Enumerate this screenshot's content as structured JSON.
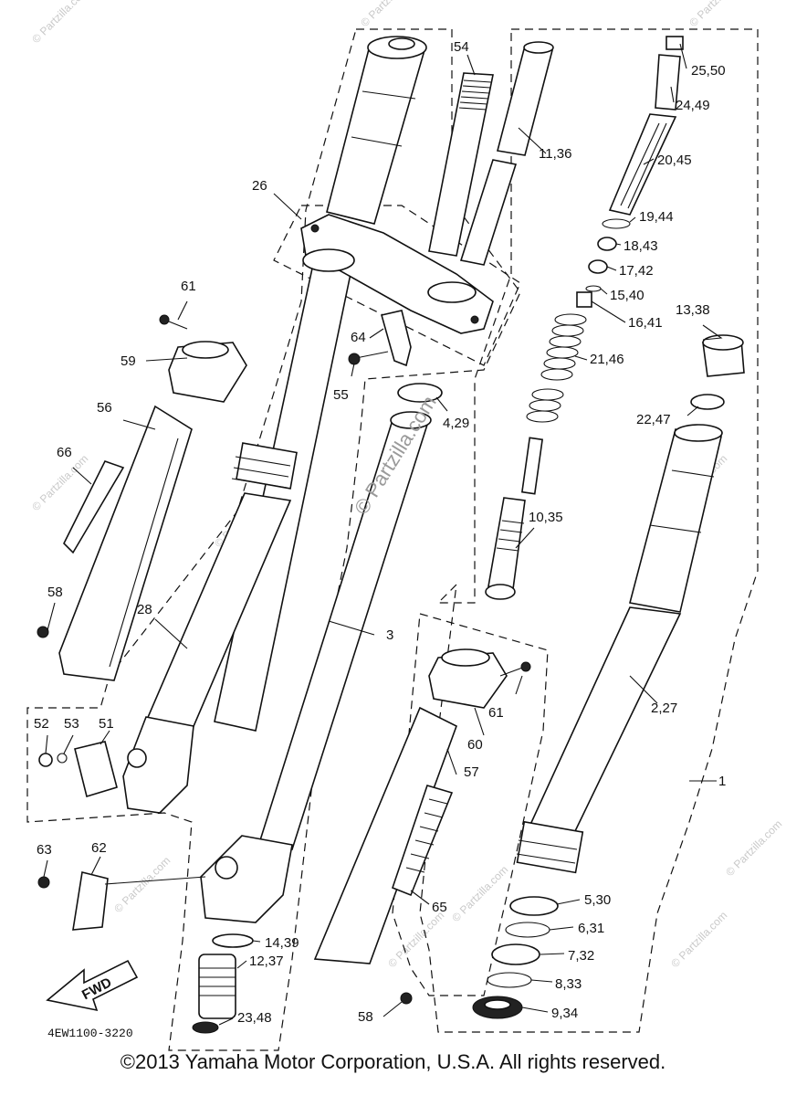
{
  "diagram": {
    "callouts": [
      {
        "key": "54",
        "text": "54"
      },
      {
        "key": "11_36",
        "text": "11,36"
      },
      {
        "key": "25_50",
        "text": "25,50"
      },
      {
        "key": "24_49",
        "text": "24,49"
      },
      {
        "key": "20_45",
        "text": "20,45"
      },
      {
        "key": "19_44",
        "text": "19,44"
      },
      {
        "key": "18_43",
        "text": "18,43"
      },
      {
        "key": "17_42",
        "text": "17,42"
      },
      {
        "key": "15_40",
        "text": "15,40"
      },
      {
        "key": "16_41",
        "text": "16,41"
      },
      {
        "key": "13_38",
        "text": "13,38"
      },
      {
        "key": "21_46",
        "text": "21,46"
      },
      {
        "key": "22_47",
        "text": "22,47"
      },
      {
        "key": "26",
        "text": "26"
      },
      {
        "key": "61a",
        "text": "61"
      },
      {
        "key": "59",
        "text": "59"
      },
      {
        "key": "64",
        "text": "64"
      },
      {
        "key": "55",
        "text": "55"
      },
      {
        "key": "4_29",
        "text": "4,29"
      },
      {
        "key": "56",
        "text": "56"
      },
      {
        "key": "66",
        "text": "66"
      },
      {
        "key": "10_35",
        "text": "10,35"
      },
      {
        "key": "58a",
        "text": "58"
      },
      {
        "key": "28",
        "text": "28"
      },
      {
        "key": "3",
        "text": "3"
      },
      {
        "key": "52",
        "text": "52"
      },
      {
        "key": "53",
        "text": "53"
      },
      {
        "key": "51",
        "text": "51"
      },
      {
        "key": "61b",
        "text": "61"
      },
      {
        "key": "60",
        "text": "60"
      },
      {
        "key": "57",
        "text": "57"
      },
      {
        "key": "2_27",
        "text": "2,27"
      },
      {
        "key": "1",
        "text": "1"
      },
      {
        "key": "63",
        "text": "63"
      },
      {
        "key": "62",
        "text": "62"
      },
      {
        "key": "5_30",
        "text": "5,30"
      },
      {
        "key": "6_31",
        "text": "6,31"
      },
      {
        "key": "7_32",
        "text": "7,32"
      },
      {
        "key": "65",
        "text": "65"
      },
      {
        "key": "14_39",
        "text": "14,39"
      },
      {
        "key": "12_37",
        "text": "12,37"
      },
      {
        "key": "8_33",
        "text": "8,33"
      },
      {
        "key": "9_34",
        "text": "9,34"
      },
      {
        "key": "23_48",
        "text": "23,48"
      },
      {
        "key": "58b",
        "text": "58"
      }
    ],
    "fwd_label": "FWD",
    "drawing_code": "4EW1100-3220",
    "watermark": "© Partzilla.com",
    "copyright": "©2013 Yamaha Motor Corporation, U.S.A. All rights reserved."
  }
}
